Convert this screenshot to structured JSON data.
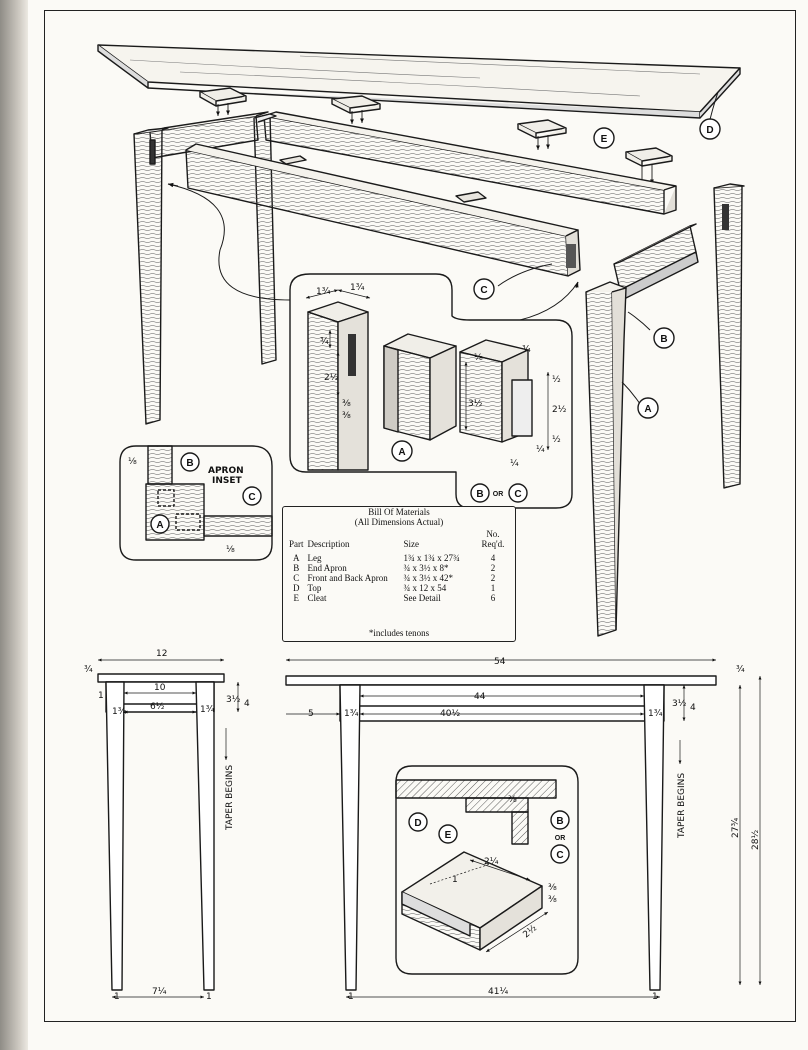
{
  "callouts": {
    "A": "A",
    "B": "B",
    "C": "C",
    "D": "D",
    "E": "E",
    "or": "OR"
  },
  "detail_joint": {
    "dims": [
      "1¾",
      "1¾",
      "¾",
      "2½",
      "⅜",
      "⅜",
      "¾",
      "3½",
      "½",
      "2½",
      "½",
      "⅛",
      "¼",
      "¼"
    ]
  },
  "apron_inset": {
    "title_line1": "APRON",
    "title_line2": "INSET",
    "dim_top": "⅛",
    "dim_bottom": "⅛"
  },
  "bill_of_materials": {
    "title_line1": "Bill Of Materials",
    "title_line2": "(All Dimensions Actual)",
    "headers": {
      "part": "Part",
      "description": "Description",
      "size": "Size",
      "no_line1": "No.",
      "no_line2": "Req'd."
    },
    "rows": [
      {
        "part": "A",
        "description": "Leg",
        "size": "1¾ x 1¾ x 27¾",
        "qty": "4"
      },
      {
        "part": "B",
        "description": "End Apron",
        "size": "¾ x 3½ x 8*",
        "qty": "2"
      },
      {
        "part": "C",
        "description": "Front and Back Apron",
        "size": "¾ x 3½ x 42*",
        "qty": "2"
      },
      {
        "part": "D",
        "description": "Top",
        "size": "¾ x 12 x 54",
        "qty": "1"
      },
      {
        "part": "E",
        "description": "Cleat",
        "size": "See Detail",
        "qty": "6"
      }
    ],
    "footnote": "*includes tenons"
  },
  "end_view": {
    "dims": {
      "top_width": "12",
      "top_thick": "¾",
      "inset": "1",
      "apron_span": "10",
      "inner": "6½",
      "leg_left": "1¾",
      "leg_right": "1¾",
      "apron_h": "3½",
      "overall": "4",
      "bottom": "7¼",
      "foot_l": "1",
      "foot_r": "1"
    },
    "taper": "TAPER BEGINS"
  },
  "front_view": {
    "dims": {
      "top_len": "54",
      "top_thick": "¾",
      "apron_span": "44",
      "inset": "5",
      "inner": "40½",
      "leg_left": "1¾",
      "leg_right": "1¾",
      "apron_h": "3½",
      "overall": "4",
      "leg_height": "27¾",
      "table_height": "28½",
      "bottom": "41¼",
      "foot_l": "1",
      "foot_r": "1"
    },
    "taper": "TAPER BEGINS"
  },
  "cleat_detail": {
    "dims": [
      "2¼",
      "2½",
      "⅜",
      "⅜",
      "1",
      "⅜"
    ]
  }
}
